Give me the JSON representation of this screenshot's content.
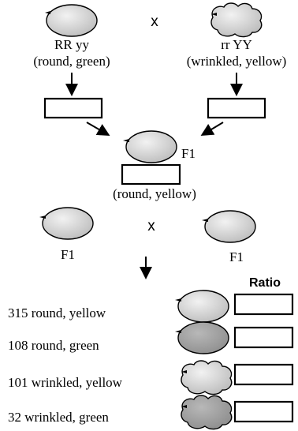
{
  "colors": {
    "yellow_seed": "#d3d3d3",
    "green_seed": "#a6a6a6",
    "outline": "#000000",
    "background": "#ffffff"
  },
  "parents": {
    "left": {
      "genotype": "RR yy",
      "phenotype": "(round, green)",
      "seed_shape": "round"
    },
    "cross_symbol": "x",
    "right": {
      "genotype": "rr YY",
      "phenotype": "(wrinkled, yellow)",
      "seed_shape": "wrinkled"
    }
  },
  "f1": {
    "label": "F1",
    "phenotype": "(round, yellow)"
  },
  "f1_cross": {
    "left_label": "F1",
    "cross_symbol": "x",
    "right_label": "F1"
  },
  "f2": {
    "ratio_header": "Ratio",
    "rows": [
      {
        "text": "315 round, yellow",
        "seed_shape": "round",
        "seed_color": "yellow"
      },
      {
        "text": "108 round, green",
        "seed_shape": "round",
        "seed_color": "green"
      },
      {
        "text": "101 wrinkled, yellow",
        "seed_shape": "wrinkled",
        "seed_color": "yellow"
      },
      {
        "text": "32 wrinkled, green",
        "seed_shape": "wrinkled",
        "seed_color": "green"
      }
    ]
  }
}
